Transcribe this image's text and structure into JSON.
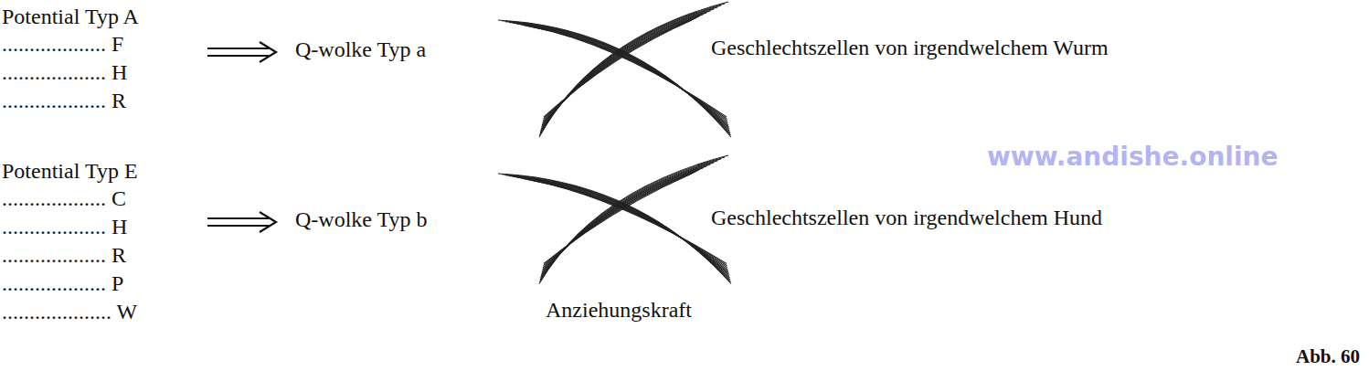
{
  "diagram": {
    "labels": [
      "Potential Typ A",
      "................... F",
      "................... H",
      "................... R",
      "Q-wolke Typ a",
      "Geschlechtszellen von irgendwelchem Wurm",
      "www.andishe.online",
      "Potential Typ E",
      "................... C",
      "................... H",
      "................... R",
      "................... P",
      ".................... W",
      "Q-wolke Typ b",
      "Geschlechtszellen von irgendwelchem Hund",
      "Anziehungskraft",
      "Abb. 60"
    ]
  }
}
